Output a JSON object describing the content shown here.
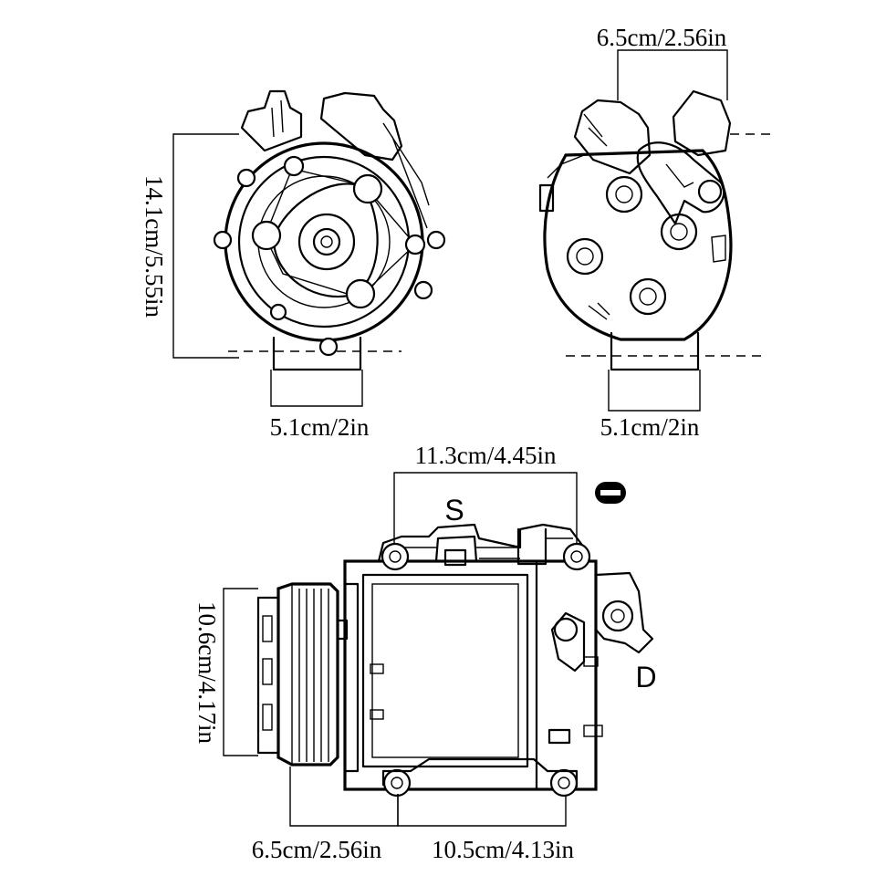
{
  "dimensions": {
    "top_width": "6.5cm/2.56in",
    "front_height": "14.1cm/5.55in",
    "front_base": "5.1cm/2in",
    "rear_base": "5.1cm/2in",
    "side_mount_span": "11.3cm/4.45in",
    "pulley_height": "10.6cm/4.17in",
    "pulley_width": "6.5cm/2.56in",
    "bottom_mount_span": "10.5cm/4.13in"
  },
  "ports": {
    "suction": "S",
    "discharge": "D"
  }
}
